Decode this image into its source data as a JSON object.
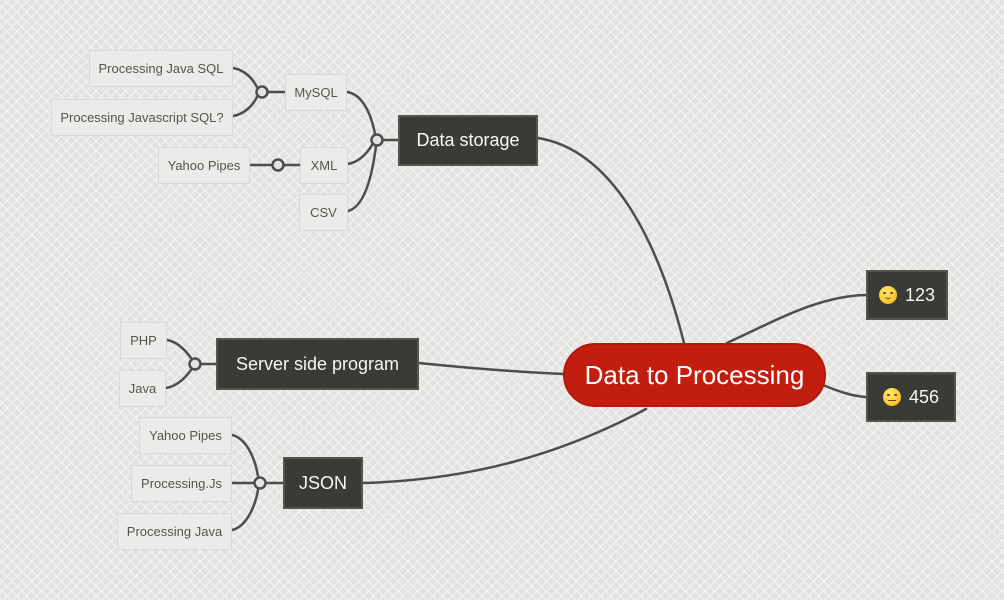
{
  "diagram": {
    "type": "mindmap",
    "colors": {
      "background": "#e3e2e0",
      "root_fill": "#c11e0f",
      "root_text": "#ffffff",
      "branch_fill": "#3a3a36",
      "branch_text": "#f7f7f5",
      "leaf_fill": "#ecebe9",
      "leaf_border": "#d9d8d6",
      "leaf_text": "#56544e",
      "connector": "#4d4d4b"
    }
  },
  "nodes": {
    "root": {
      "label": "Data to Processing"
    },
    "data_storage": {
      "label": "Data storage"
    },
    "mysql": {
      "label": "MySQL"
    },
    "processing_java_sql": {
      "label": "Processing Java SQL"
    },
    "processing_javascript_sql": {
      "label": "Processing Javascript SQL?"
    },
    "xml": {
      "label": "XML"
    },
    "yahoo_pipes_xml": {
      "label": "Yahoo Pipes"
    },
    "csv": {
      "label": "CSV"
    },
    "server_side_program": {
      "label": "Server side program"
    },
    "php": {
      "label": "PHP"
    },
    "java": {
      "label": "Java"
    },
    "json": {
      "label": "JSON"
    },
    "yahoo_pipes_json": {
      "label": "Yahoo Pipes"
    },
    "processing_js": {
      "label": "Processing.Js"
    },
    "processing_java": {
      "label": "Processing Java"
    },
    "n123": {
      "label": "123",
      "icon": "slightly-smiling-face-emoji"
    },
    "n456": {
      "label": "456",
      "icon": "neutral-face-emoji"
    }
  }
}
